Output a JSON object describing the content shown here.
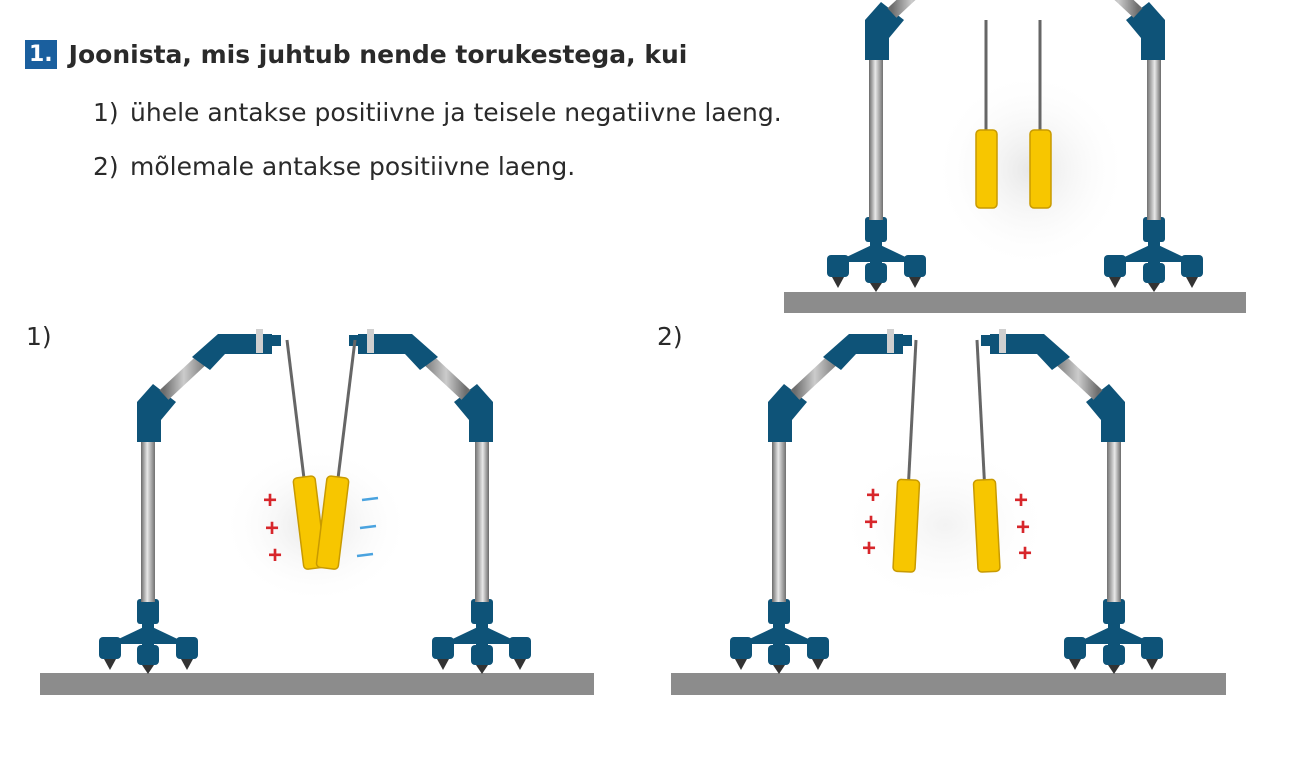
{
  "task": {
    "number": "1.",
    "title": "Joonista, mis juhtub nende torukestega, kui",
    "items": [
      {
        "num": "1)",
        "text": "ühele antakse positiivne ja teisele negatiivne laeng."
      },
      {
        "num": "2)",
        "text": "mõlemale antakse positiivne laeng."
      }
    ]
  },
  "panels": [
    {
      "label": "1)",
      "left_charges": [
        "+",
        "+",
        "+"
      ],
      "right_charges": [
        "–",
        "–",
        "–"
      ]
    },
    {
      "label": "2)",
      "left_charges": [
        "+",
        "+",
        "+"
      ],
      "right_charges": [
        "+",
        "+",
        "+"
      ]
    }
  ],
  "colors": {
    "accent_blue": "#1a5f9e",
    "stand_blue": "#0e5378",
    "tube_yellow": "#f7c600",
    "table_gray": "#8c8c8c",
    "plus_red": "#d7262b",
    "minus_blue": "#4aa3df"
  }
}
